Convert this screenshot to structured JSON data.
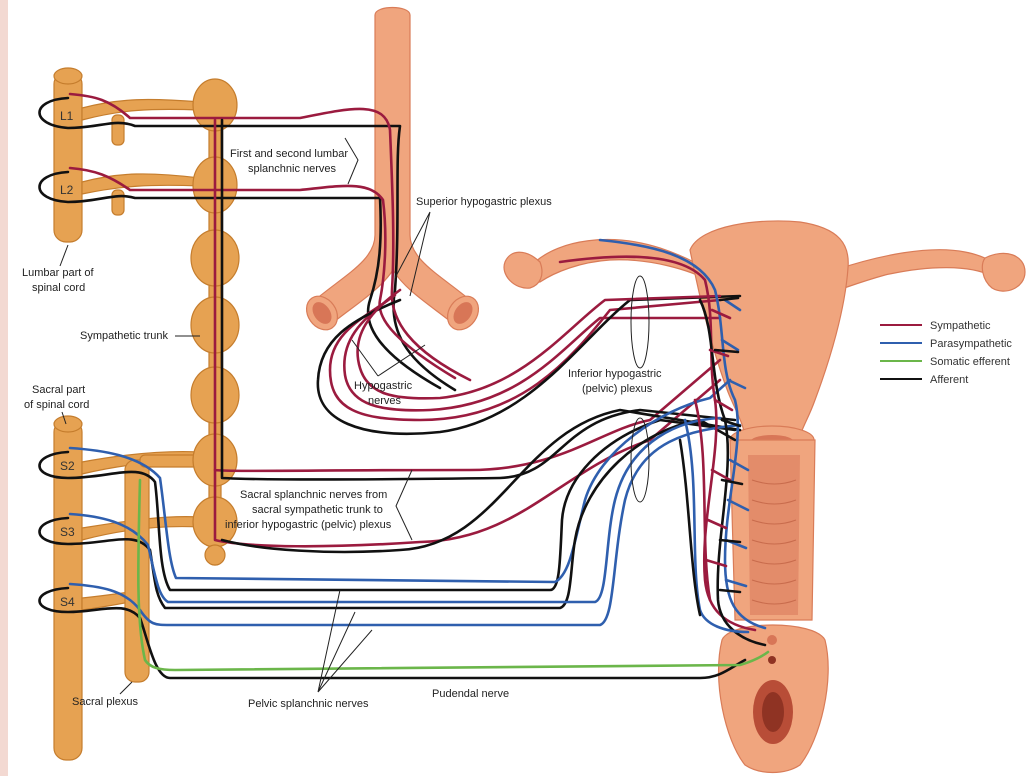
{
  "colors": {
    "sympathetic": "#9b1b3f",
    "parasympathetic": "#2f5fae",
    "somatic_efferent": "#6bb64a",
    "afferent": "#111111",
    "spinal_orange": "#e6a252",
    "organ_pink": "#f0a57e"
  },
  "segments": {
    "l1": "L1",
    "l2": "L2",
    "s2": "S2",
    "s3": "S3",
    "s4": "S4"
  },
  "labels": {
    "lumbar_cord_1": "Lumbar part of",
    "lumbar_cord_2": "spinal cord",
    "sympathetic_trunk": "Sympathetic trunk",
    "sacral_cord_1": "Sacral part",
    "sacral_cord_2": "of spinal cord",
    "sacral_plexus": "Sacral plexus",
    "lumbar_splanchnic_1": "First and second lumbar",
    "lumbar_splanchnic_2": "splanchnic nerves",
    "superior_hypogastric": "Superior hypogastric plexus",
    "hypogastric_1": "Hypogastric",
    "hypogastric_2": "nerves",
    "inferior_hypogastric_1": "Inferior hypogastric",
    "inferior_hypogastric_2": "(pelvic) plexus",
    "sacral_splanchnic_1": "Sacral splanchnic nerves from",
    "sacral_splanchnic_2": "sacral sympathetic trunk to",
    "sacral_splanchnic_3": "inferior hypogastric (pelvic) plexus",
    "pelvic_splanchnic": "Pelvic splanchnic nerves",
    "pudendal": "Pudendal nerve"
  },
  "legend": [
    {
      "label": "Sympathetic",
      "color": "#9b1b3f"
    },
    {
      "label": "Parasympathetic",
      "color": "#2f5fae"
    },
    {
      "label": "Somatic efferent",
      "color": "#6bb64a"
    },
    {
      "label": "Afferent",
      "color": "#111111"
    }
  ]
}
